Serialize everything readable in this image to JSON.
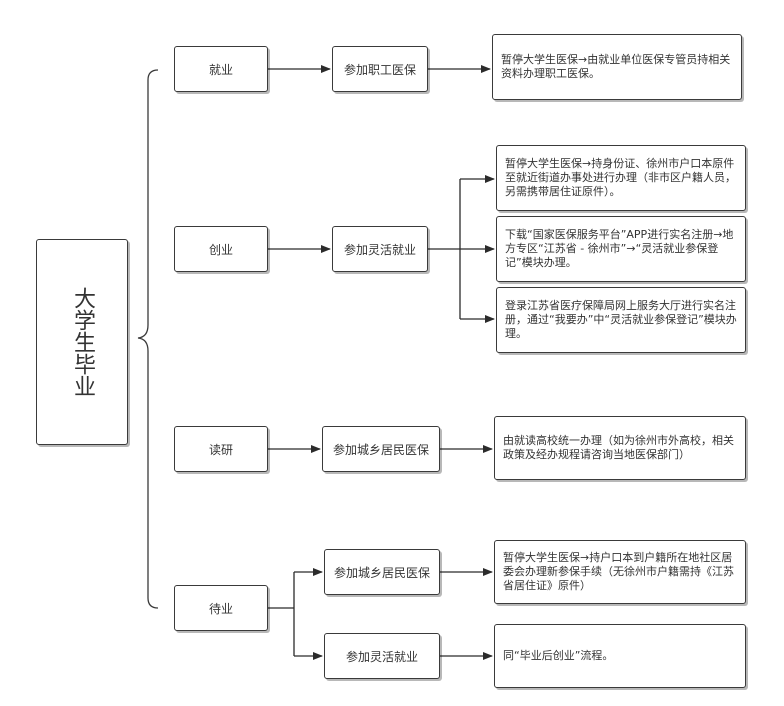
{
  "root": {
    "label": "大学生毕业"
  },
  "branches": [
    {
      "label": "就业",
      "action": "参加职工医保",
      "notes": [
        "暂停大学生医保→由就业单位医保专管员持相关资料办理职工医保。"
      ]
    },
    {
      "label": "创业",
      "action": "参加灵活就业",
      "notes": [
        "暂停大学生医保→持身份证、徐州市户口本原件至就近街道办事处进行办理（非市区户籍人员，另需携带居住证原件）。",
        "下载“国家医保服务平台”APP进行实名注册→地方专区“江苏省 - 徐州市”→“灵活就业参保登记”模块办理。",
        "登录江苏省医疗保障局网上服务大厅进行实名注册，通过“我要办”中“灵活就业参保登记”模块办理。"
      ]
    },
    {
      "label": "读研",
      "action": "参加城乡居民医保",
      "notes": [
        "由就读高校统一办理（如为徐州市外高校，相关政策及经办规程请咨询当地医保部门）"
      ]
    },
    {
      "label": "待业",
      "actions": [
        {
          "label": "参加城乡居民医保",
          "note": "暂停大学生医保→持户口本到户籍所在地社区居委会办理新参保手续（无徐州市户籍需持《江苏省居住证》原件）"
        },
        {
          "label": "参加灵活就业",
          "note": "同“毕业后创业”流程。"
        }
      ]
    }
  ]
}
